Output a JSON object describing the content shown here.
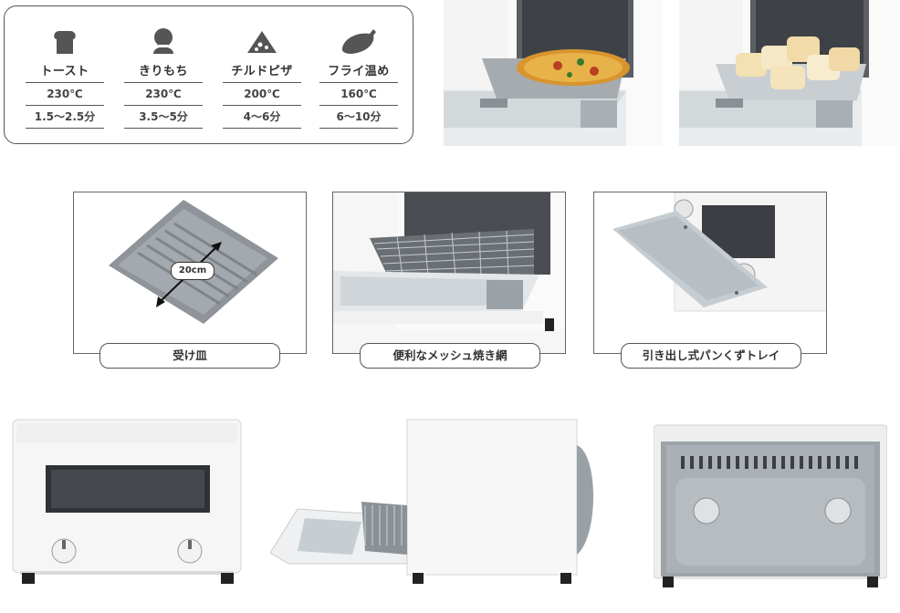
{
  "guide": {
    "modes": [
      {
        "icon": "toast-icon",
        "name": "トースト",
        "temp": "230℃",
        "time": "1.5〜2.5分"
      },
      {
        "icon": "rice-cake-icon",
        "name": "きりもち",
        "temp": "230℃",
        "time": "3.5〜5分"
      },
      {
        "icon": "pizza-icon",
        "name": "チルドピザ",
        "temp": "200℃",
        "time": "4〜6分"
      },
      {
        "icon": "shrimp-fry-icon",
        "name": "フライ温め",
        "temp": "160℃",
        "time": "6〜10分"
      }
    ]
  },
  "features": {
    "tray_label": "受け皿",
    "tray_size": "20cm",
    "grill_label": "便利なメッシュ焼き網",
    "crumb_label": "引き出し式パンくずトレイ"
  },
  "colors": {
    "accent": "#333333",
    "tray": "#8c9096",
    "oven_white": "#f7f7f7"
  }
}
